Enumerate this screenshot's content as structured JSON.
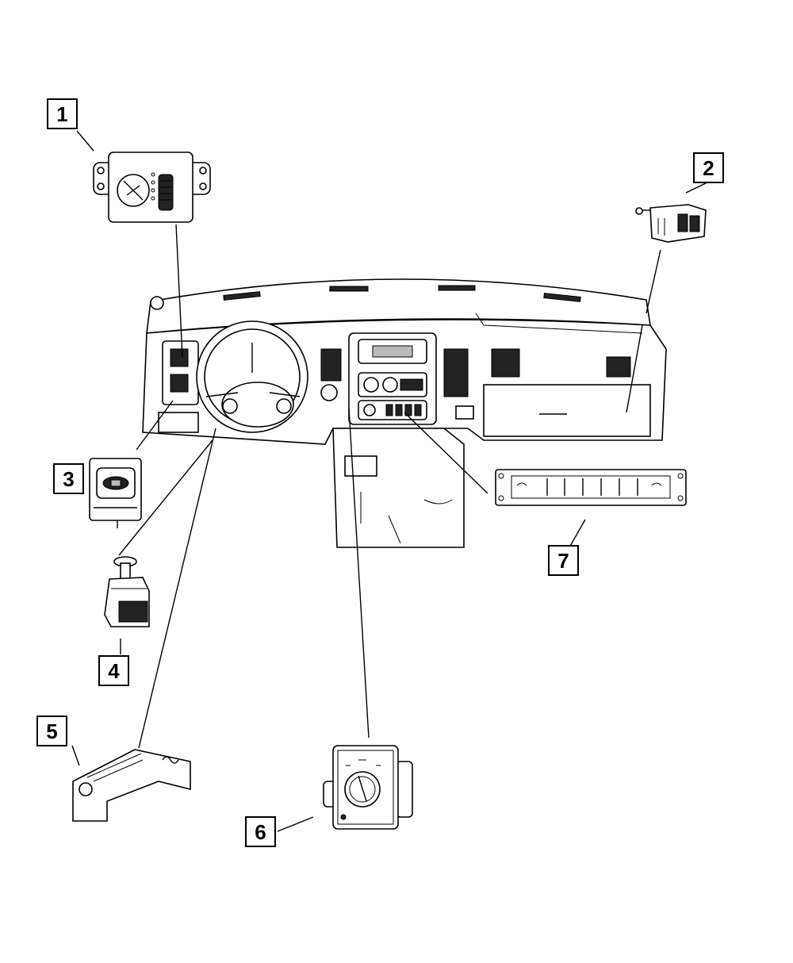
{
  "callouts": [
    {
      "id": "callout-1",
      "label": "1"
    },
    {
      "id": "callout-2",
      "label": "2"
    },
    {
      "id": "callout-3",
      "label": "3"
    },
    {
      "id": "callout-4",
      "label": "4"
    },
    {
      "id": "callout-5",
      "label": "5"
    },
    {
      "id": "callout-6",
      "label": "6"
    },
    {
      "id": "callout-7",
      "label": "7"
    }
  ],
  "parts": [
    {
      "callout": "1",
      "icon": "headlamp-switch-icon"
    },
    {
      "callout": "2",
      "icon": "door-jamb-switch-icon"
    },
    {
      "callout": "3",
      "icon": "rocker-switch-icon"
    },
    {
      "callout": "4",
      "icon": "brake-lamp-switch-icon"
    },
    {
      "callout": "5",
      "icon": "multifunction-switch-icon"
    },
    {
      "callout": "6",
      "icon": "hvac-control-icon"
    },
    {
      "callout": "7",
      "icon": "switch-bank-icon"
    }
  ]
}
